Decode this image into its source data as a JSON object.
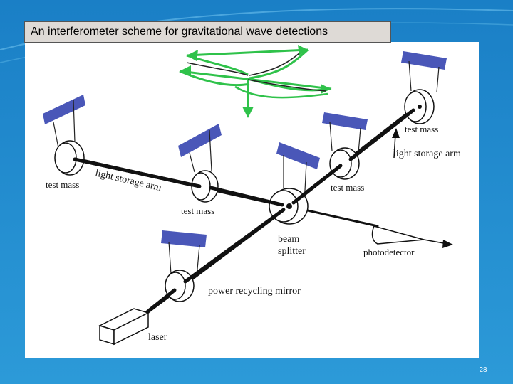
{
  "slide": {
    "title": "An interferometer scheme for gravitational wave detections",
    "page_number": "28",
    "colors": {
      "background_top": "#1a7fc6",
      "background_bottom": "#2c9ad8",
      "mirror_blue": "#4a57b8",
      "wave_green": "#2fc24a",
      "beam": "#111111"
    }
  },
  "diagram": {
    "labels": {
      "test_mass_left": "test mass",
      "test_mass_center": "test mass",
      "test_mass_right_lower": "test mass",
      "test_mass_right_upper": "test mass",
      "arm_left": "light storage arm",
      "arm_right": "light storage arm",
      "beam_splitter_line1": "beam",
      "beam_splitter_line2": "splitter",
      "photodetector": "photodetector",
      "recycling_mirror": "power recycling mirror",
      "laser": "laser"
    }
  }
}
